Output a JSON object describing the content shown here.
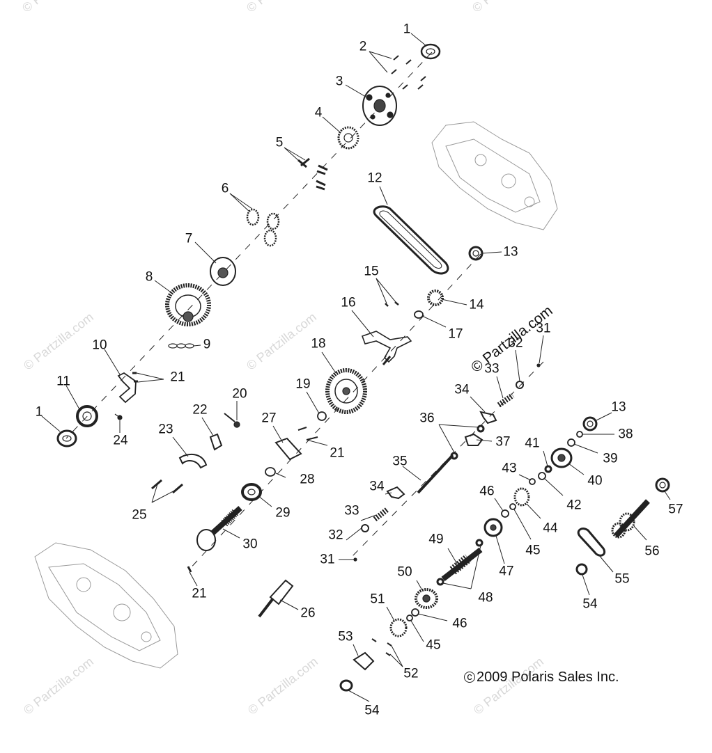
{
  "watermark_text": "© Partzilla.com",
  "watermark_short": "© Partz",
  "copyright": "2009 Polaris Sales Inc.",
  "copyright_symbol": "c",
  "callouts": [
    "1",
    "2",
    "3",
    "4",
    "5",
    "6",
    "7",
    "8",
    "9",
    "10",
    "11",
    "12",
    "13",
    "14",
    "15",
    "16",
    "17",
    "18",
    "19",
    "20",
    "21",
    "22",
    "23",
    "24",
    "25",
    "26",
    "27",
    "28",
    "29",
    "30",
    "31",
    "32",
    "33",
    "34",
    "35",
    "36",
    "37",
    "38",
    "39",
    "40",
    "41",
    "42",
    "43",
    "44",
    "45",
    "46",
    "47",
    "48",
    "49",
    "50",
    "51",
    "52",
    "53",
    "54",
    "55",
    "56",
    "57"
  ]
}
